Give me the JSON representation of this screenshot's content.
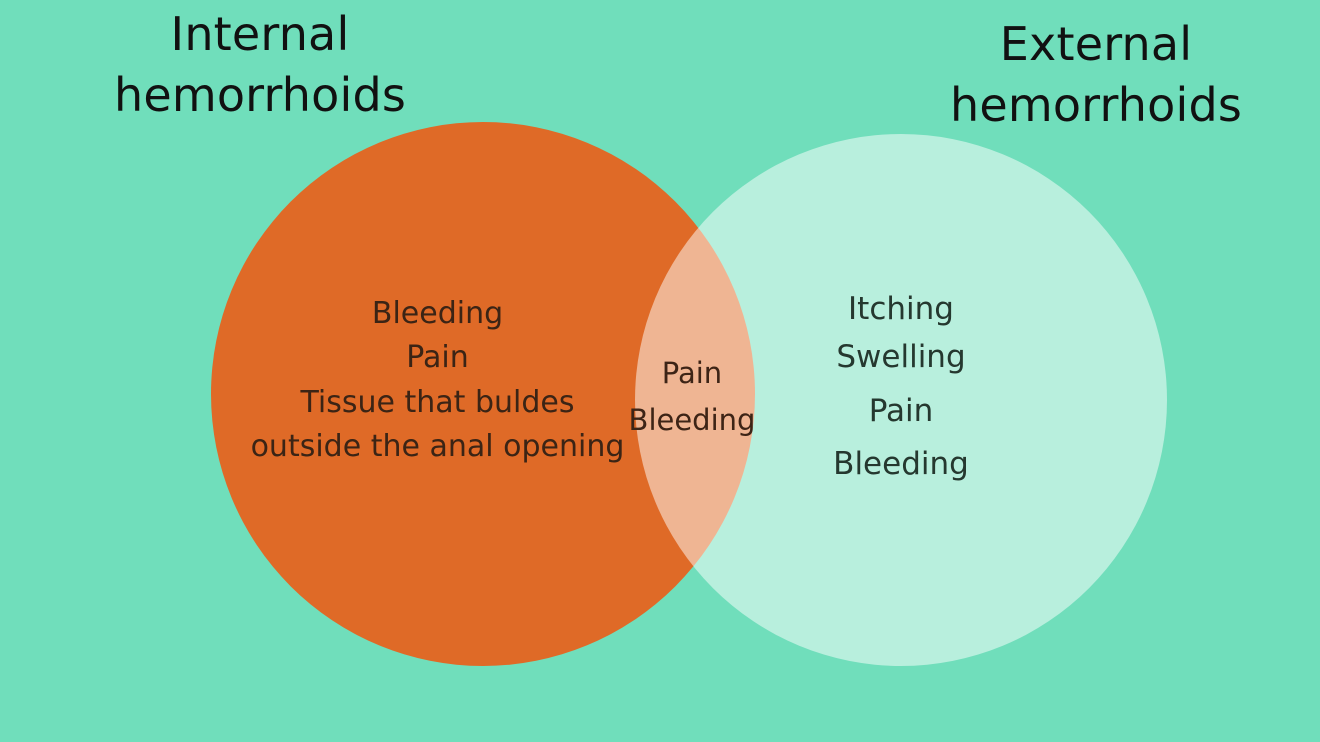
{
  "diagram": {
    "type": "venn",
    "background_color": "#70debb",
    "titles": {
      "left": "Internal\nhemorrhoids",
      "right": "External\nhemorrhoids"
    },
    "sets": [
      {
        "id": "internal",
        "label": "Internal hemorrhoids",
        "color": "#df6a27",
        "items": [
          "Bleeding",
          "Pain",
          "Tissue that buldes",
          "outside the anal opening"
        ]
      },
      {
        "id": "external",
        "label": "External hemorrhoids",
        "color": "#9ce9ce",
        "items": [
          "Itching",
          "Swelling",
          "Pain",
          "Bleeding"
        ]
      }
    ],
    "intersection": {
      "id": "internal-external-overlap",
      "color": "#e8966a",
      "items": [
        "Pain",
        "Bleeding"
      ]
    },
    "text_colors": {
      "title": "#111111",
      "left_set": "#3b2415",
      "intersection": "#3d2416",
      "right_set": "#25382f"
    }
  }
}
